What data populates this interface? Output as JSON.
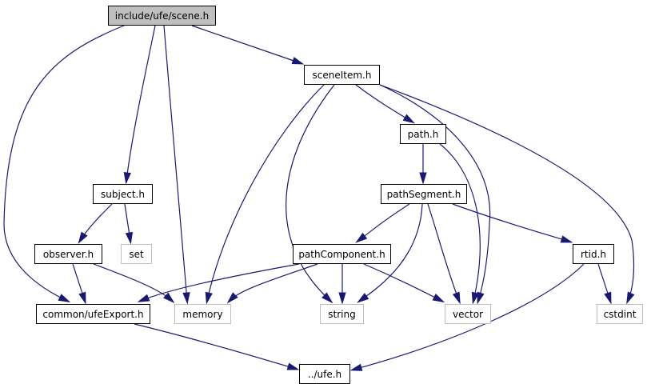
{
  "diagram": {
    "title": "include/ufe/scene.h include dependency graph",
    "colors": {
      "edge": "#191970",
      "root_fill": "#bfbfbf",
      "local_border": "#000000",
      "system_border": "#bfbfbf"
    },
    "nodes": {
      "scene": {
        "label": "include/ufe/scene.h",
        "kind": "root"
      },
      "sceneItem": {
        "label": "sceneItem.h",
        "kind": "local"
      },
      "subject": {
        "label": "subject.h",
        "kind": "local"
      },
      "path": {
        "label": "path.h",
        "kind": "local"
      },
      "pathSegment": {
        "label": "pathSegment.h",
        "kind": "local"
      },
      "observer": {
        "label": "observer.h",
        "kind": "local"
      },
      "set": {
        "label": "set",
        "kind": "system"
      },
      "pathComponent": {
        "label": "pathComponent.h",
        "kind": "local"
      },
      "rtid": {
        "label": "rtid.h",
        "kind": "local"
      },
      "ufeExport": {
        "label": "common/ufeExport.h",
        "kind": "local"
      },
      "memory": {
        "label": "memory",
        "kind": "system"
      },
      "string": {
        "label": "string",
        "kind": "system"
      },
      "vector": {
        "label": "vector",
        "kind": "system"
      },
      "cstdint": {
        "label": "cstdint",
        "kind": "system"
      },
      "ufe": {
        "label": "../ufe.h",
        "kind": "local"
      }
    },
    "edges": [
      [
        "scene",
        "sceneItem"
      ],
      [
        "scene",
        "subject"
      ],
      [
        "scene",
        "memory"
      ],
      [
        "scene",
        "ufeExport"
      ],
      [
        "sceneItem",
        "path"
      ],
      [
        "sceneItem",
        "memory"
      ],
      [
        "sceneItem",
        "string"
      ],
      [
        "sceneItem",
        "vector"
      ],
      [
        "sceneItem",
        "cstdint"
      ],
      [
        "subject",
        "observer"
      ],
      [
        "subject",
        "set"
      ],
      [
        "path",
        "pathSegment"
      ],
      [
        "path",
        "vector"
      ],
      [
        "pathSegment",
        "pathComponent"
      ],
      [
        "pathSegment",
        "string"
      ],
      [
        "pathSegment",
        "vector"
      ],
      [
        "pathSegment",
        "rtid"
      ],
      [
        "observer",
        "ufeExport"
      ],
      [
        "observer",
        "memory"
      ],
      [
        "pathComponent",
        "ufeExport"
      ],
      [
        "pathComponent",
        "memory"
      ],
      [
        "pathComponent",
        "string"
      ],
      [
        "pathComponent",
        "vector"
      ],
      [
        "rtid",
        "cstdint"
      ],
      [
        "rtid",
        "ufe"
      ],
      [
        "ufeExport",
        "ufe"
      ]
    ]
  }
}
